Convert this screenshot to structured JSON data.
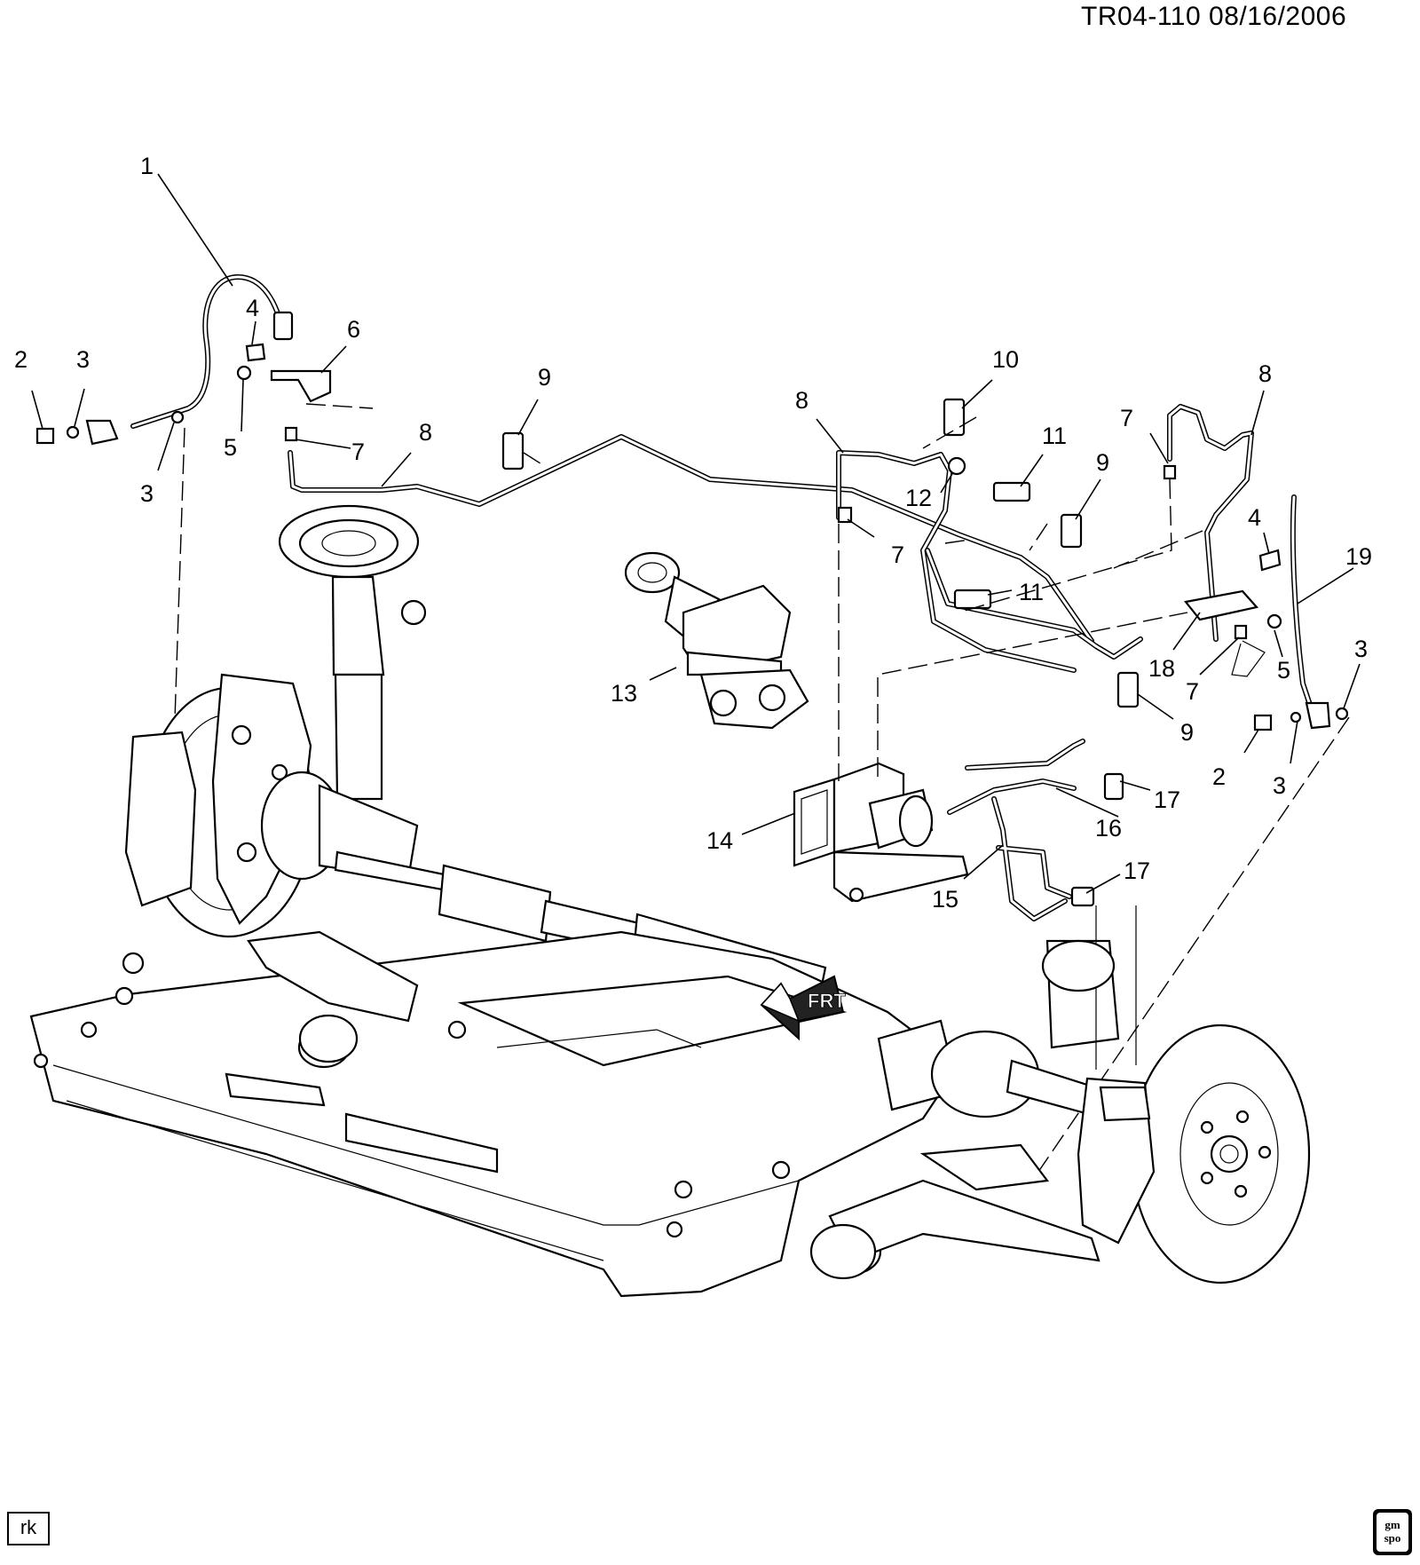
{
  "header": {
    "reference": "TR04-110  08/16/2006"
  },
  "footer": {
    "initials": "rk",
    "logo_text": "gm spo"
  },
  "callouts": [
    {
      "id": "c1",
      "text": "1"
    },
    {
      "id": "c2a",
      "text": "2"
    },
    {
      "id": "c3a",
      "text": "3"
    },
    {
      "id": "c3b",
      "text": "3"
    },
    {
      "id": "c4a",
      "text": "4"
    },
    {
      "id": "c5a",
      "text": "5"
    },
    {
      "id": "c6",
      "text": "6"
    },
    {
      "id": "c7a",
      "text": "7"
    },
    {
      "id": "c8a",
      "text": "8"
    },
    {
      "id": "c9a",
      "text": "9"
    },
    {
      "id": "c8b",
      "text": "8"
    },
    {
      "id": "c10",
      "text": "10"
    },
    {
      "id": "c7b",
      "text": "7"
    },
    {
      "id": "c12",
      "text": "12"
    },
    {
      "id": "c11a",
      "text": "11"
    },
    {
      "id": "c9b",
      "text": "9"
    },
    {
      "id": "c11b",
      "text": "11"
    },
    {
      "id": "c13",
      "text": "13"
    },
    {
      "id": "c9c",
      "text": "9"
    },
    {
      "id": "c7c",
      "text": "7"
    },
    {
      "id": "c8c",
      "text": "8"
    },
    {
      "id": "c4b",
      "text": "4"
    },
    {
      "id": "c19",
      "text": "19"
    },
    {
      "id": "c18",
      "text": "18"
    },
    {
      "id": "c5b",
      "text": "5"
    },
    {
      "id": "c7d",
      "text": "7"
    },
    {
      "id": "c3c",
      "text": "3"
    },
    {
      "id": "c2b",
      "text": "2"
    },
    {
      "id": "c3d",
      "text": "3"
    },
    {
      "id": "c17a",
      "text": "17"
    },
    {
      "id": "c16",
      "text": "16"
    },
    {
      "id": "c14",
      "text": "14"
    },
    {
      "id": "c17b",
      "text": "17"
    },
    {
      "id": "c15",
      "text": "15"
    }
  ],
  "direction_arrow": {
    "label": "FRT"
  }
}
